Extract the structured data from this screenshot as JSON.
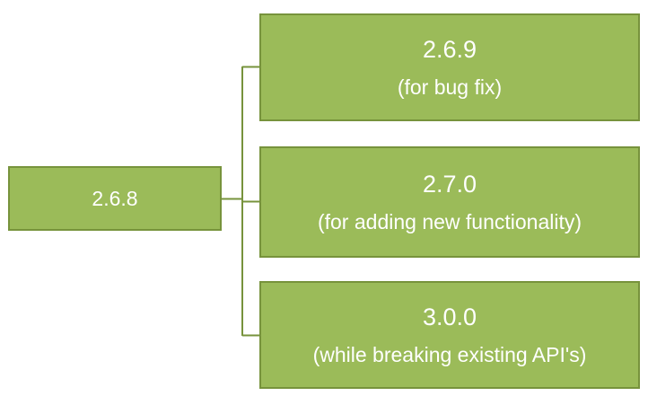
{
  "diagram": {
    "type": "tree",
    "orientation": "left-to-right",
    "background_color": "#FFFFFF",
    "node_fill_color": "#9BBB59",
    "node_border_color": "#77933C",
    "node_text_color": "#FFFFFF",
    "connector_color": "#77933C"
  },
  "parent": {
    "version": "2.6.8",
    "description": ""
  },
  "children": [
    {
      "version": "2.6.9",
      "description": "(for bug fix)"
    },
    {
      "version": "2.7.0",
      "description": "(for adding new functionality)"
    },
    {
      "version": "3.0.0",
      "description": "(while breaking existing API's)"
    }
  ]
}
